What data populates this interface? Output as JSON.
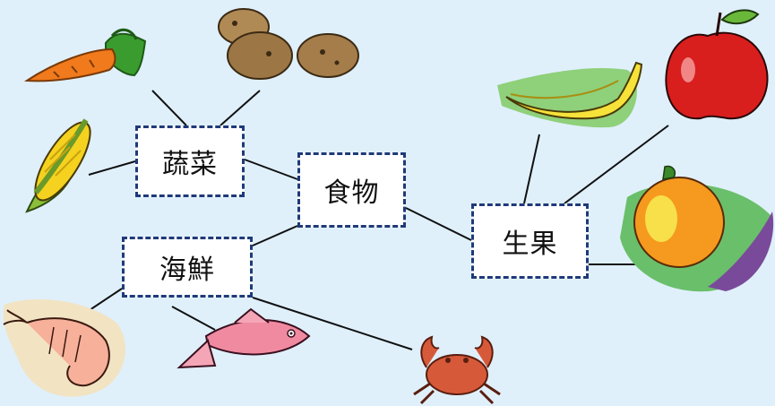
{
  "diagram": {
    "nodes": {
      "food": "食物",
      "vegetables": "蔬菜",
      "seafood": "海鮮",
      "fruit": "生果"
    },
    "pictures": {
      "vegetables": [
        "carrot-icon",
        "potato-icon",
        "corn-icon"
      ],
      "seafood": [
        "shrimp-icon",
        "fish-icon",
        "crab-icon"
      ],
      "fruit": [
        "banana-icon",
        "apple-icon",
        "orange-icon"
      ]
    },
    "colors": {
      "background": "#dff0fb",
      "node_border": "#1f3a7a",
      "connector": "#111111"
    }
  }
}
